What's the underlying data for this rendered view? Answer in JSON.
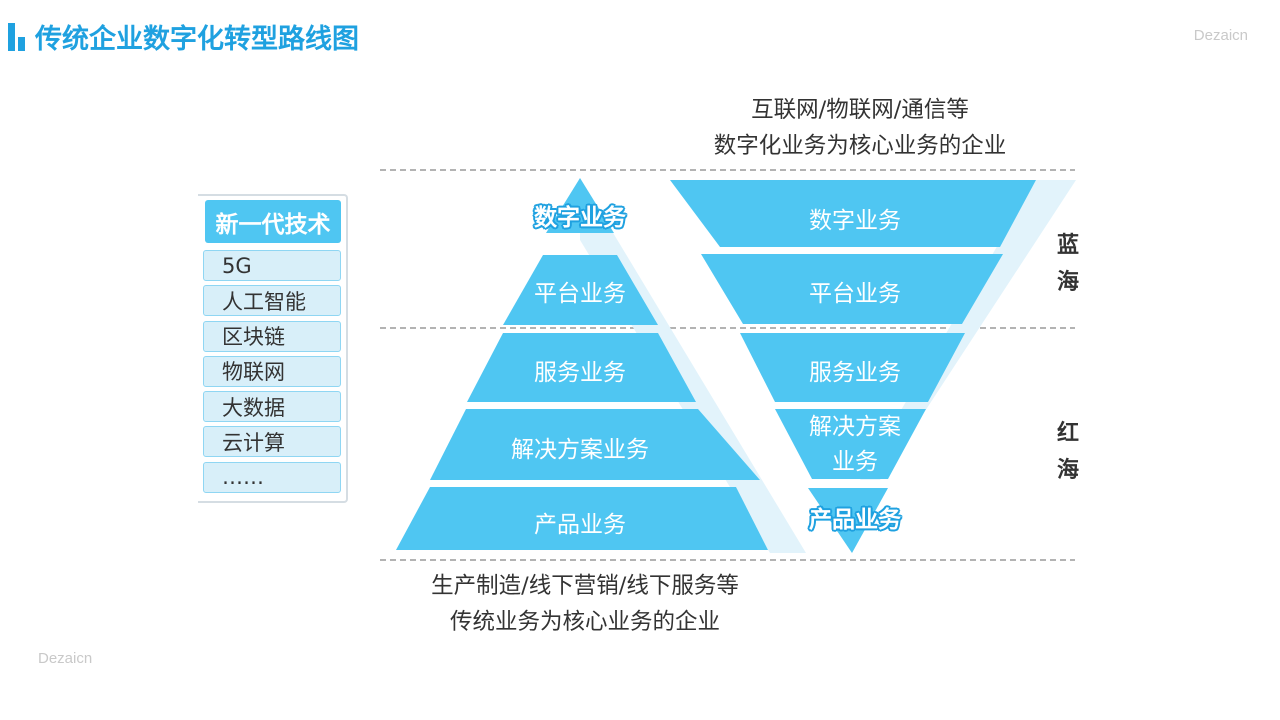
{
  "page": {
    "title": "传统企业数字化转型路线图",
    "watermark_top": "Dezaicn",
    "watermark_bottom": "Dezaicn"
  },
  "tech_panel": {
    "heading": "新一代技术",
    "items": [
      "5G",
      "人工智能",
      "区块链",
      "物联网",
      "大数据",
      "云计算",
      "……"
    ]
  },
  "captions": {
    "top_line1": "互联网/物联网/通信等",
    "top_line2": "数字化业务为核心业务的企业",
    "bottom_line1": "生产制造/线下营销/线下服务等",
    "bottom_line2": "传统业务为核心业务的企业"
  },
  "zones": {
    "blue_line1": "蓝",
    "blue_line2": "海",
    "red_line1": "红",
    "red_line2": "海"
  },
  "pyramid": {
    "levels": [
      "数字业务",
      "平台业务",
      "服务业务",
      "解决方案业务",
      "产品业务"
    ]
  },
  "inverted_pyramid": {
    "levels": [
      "数字业务",
      "平台业务",
      "服务业务",
      "解决方案业务",
      "产品业务"
    ],
    "level4_line1": "解决方案",
    "level4_line2": "业务"
  },
  "colors": {
    "accent": "#1fa1e0",
    "fill": "#4fc6f2",
    "shadow": "#e2f3fb",
    "panel_item": "#d8eff9",
    "dashed_line": "#9a9a9a"
  }
}
